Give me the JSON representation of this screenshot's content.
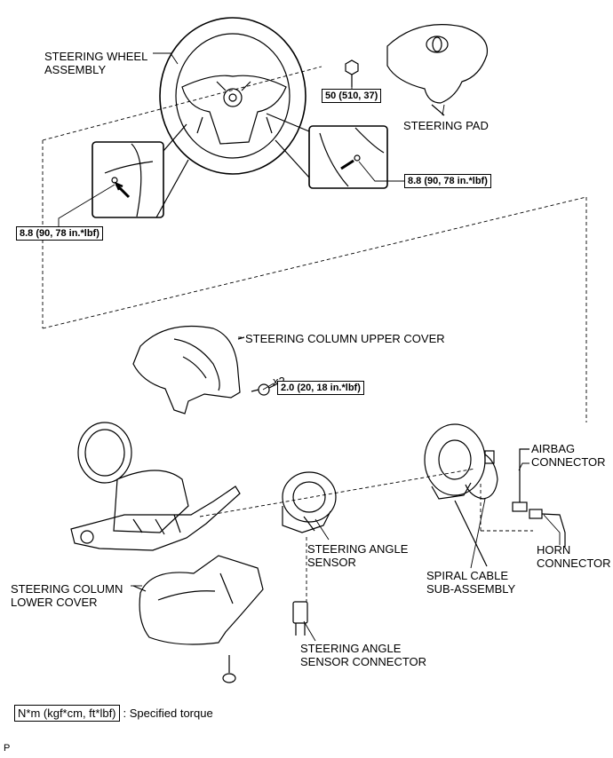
{
  "labels": {
    "steering_wheel_l1": "STEERING WHEEL",
    "steering_wheel_l2": "ASSEMBLY",
    "steering_pad": "STEERING PAD",
    "upper_cover": "STEERING COLUMN UPPER COVER",
    "lower_cover_l1": "STEERING COLUMN",
    "lower_cover_l2": "LOWER COVER",
    "angle_sensor_l1": "STEERING ANGLE",
    "angle_sensor_l2": "SENSOR",
    "angle_connector_l1": "STEERING ANGLE",
    "angle_connector_l2": "SENSOR CONNECTOR",
    "spiral_l1": "SPIRAL CABLE",
    "spiral_l2": "SUB-ASSEMBLY",
    "airbag_l1": "AIRBAG",
    "airbag_l2": "CONNECTOR",
    "horn_l1": "HORN",
    "horn_l2": "CONNECTOR",
    "qty": "x2",
    "corner": "P"
  },
  "torques": {
    "nut_pad": "50 (510, 37)",
    "screw_right": "8.8 (90, 78 in.*lbf)",
    "screw_left": "8.8 (90, 78 in.*lbf)",
    "cover_screw": "2.0 (20, 18 in.*lbf)"
  },
  "legend": {
    "box": "N*m (kgf*cm, ft*lbf)",
    "text": ": Specified torque"
  }
}
